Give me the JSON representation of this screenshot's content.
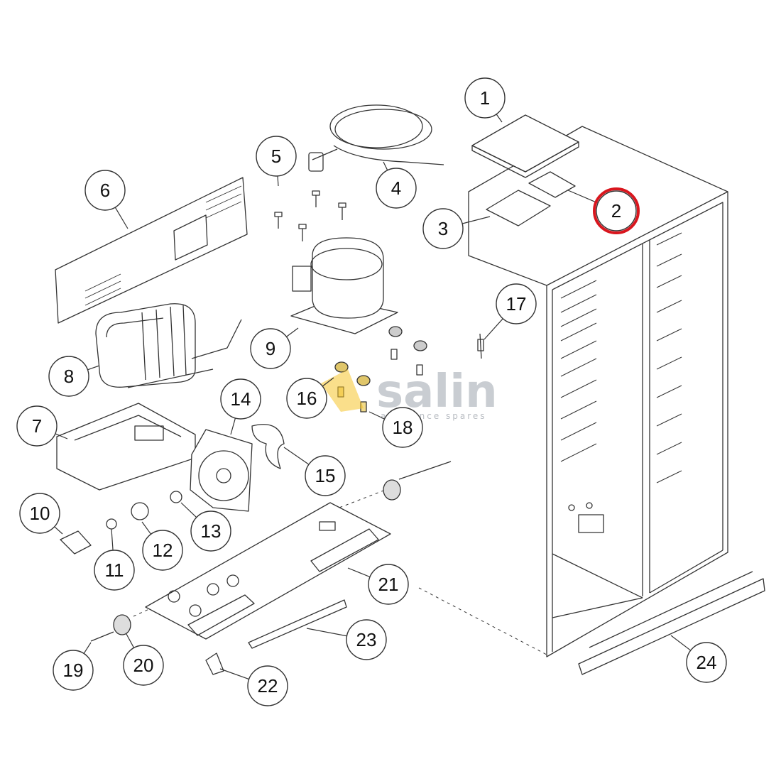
{
  "diagram": {
    "highlight_color": "#d9161e",
    "logo_accent_color": "#f6c52b",
    "callouts": [
      {
        "label": "1"
      },
      {
        "label": "2"
      },
      {
        "label": "3"
      },
      {
        "label": "4"
      },
      {
        "label": "5"
      },
      {
        "label": "6"
      },
      {
        "label": "7"
      },
      {
        "label": "8"
      },
      {
        "label": "9"
      },
      {
        "label": "10"
      },
      {
        "label": "11"
      },
      {
        "label": "12"
      },
      {
        "label": "13"
      },
      {
        "label": "14"
      },
      {
        "label": "15"
      },
      {
        "label": "16"
      },
      {
        "label": "17"
      },
      {
        "label": "18"
      },
      {
        "label": "19"
      },
      {
        "label": "20"
      },
      {
        "label": "21"
      },
      {
        "label": "22"
      },
      {
        "label": "23"
      },
      {
        "label": "24"
      }
    ],
    "highlighted_callout": "2"
  },
  "watermark": {
    "name": "salin",
    "tagline": "appliance spares"
  }
}
